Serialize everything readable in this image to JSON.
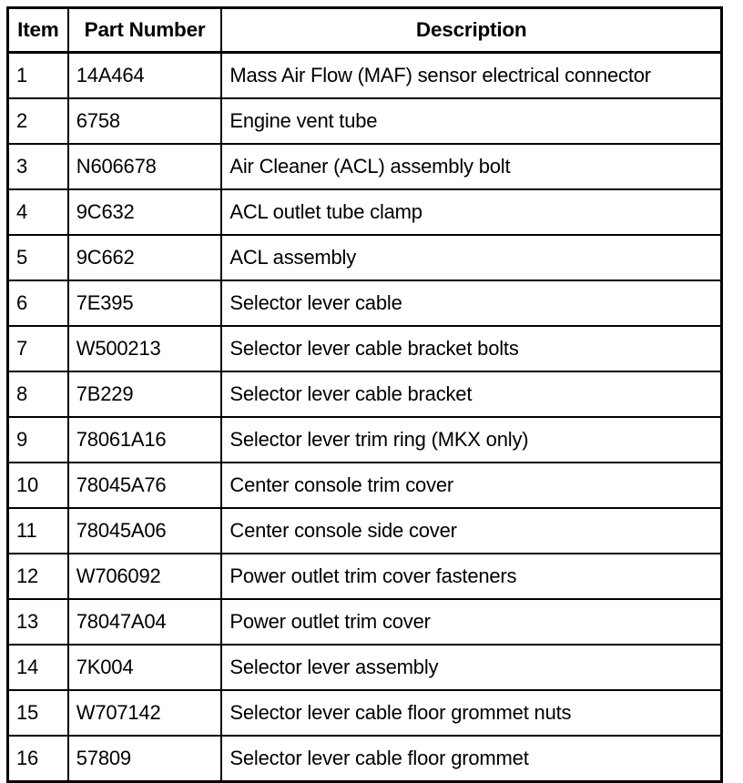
{
  "table": {
    "name": "parts-list-table",
    "columns": [
      {
        "key": "item",
        "label": "Item"
      },
      {
        "key": "part_number",
        "label": "Part Number"
      },
      {
        "key": "description",
        "label": "Description"
      }
    ],
    "rows": [
      {
        "item": "1",
        "part_number": "14A464",
        "description": "Mass Air Flow (MAF) sensor electrical connector"
      },
      {
        "item": "2",
        "part_number": "6758",
        "description": "Engine vent tube"
      },
      {
        "item": "3",
        "part_number": "N606678",
        "description": "Air Cleaner (ACL) assembly bolt"
      },
      {
        "item": "4",
        "part_number": "9C632",
        "description": "ACL outlet tube clamp"
      },
      {
        "item": "5",
        "part_number": "9C662",
        "description": "ACL assembly"
      },
      {
        "item": "6",
        "part_number": "7E395",
        "description": "Selector lever cable"
      },
      {
        "item": "7",
        "part_number": "W500213",
        "description": "Selector lever cable bracket bolts"
      },
      {
        "item": "8",
        "part_number": "7B229",
        "description": "Selector lever cable bracket"
      },
      {
        "item": "9",
        "part_number": "78061A16",
        "description": "Selector lever trim ring (MKX only)"
      },
      {
        "item": "10",
        "part_number": "78045A76",
        "description": "Center console trim cover"
      },
      {
        "item": "11",
        "part_number": "78045A06",
        "description": "Center console side cover"
      },
      {
        "item": "12",
        "part_number": "W706092",
        "description": "Power outlet trim cover fasteners"
      },
      {
        "item": "13",
        "part_number": "78047A04",
        "description": "Power outlet trim cover"
      },
      {
        "item": "14",
        "part_number": "7K004",
        "description": "Selector lever assembly"
      },
      {
        "item": "15",
        "part_number": "W707142",
        "description": "Selector lever cable floor grommet nuts"
      },
      {
        "item": "16",
        "part_number": "57809",
        "description": "Selector lever cable floor grommet"
      }
    ]
  },
  "colors": {
    "border": "#000000",
    "background": "#ffffff",
    "text": "#000000"
  }
}
